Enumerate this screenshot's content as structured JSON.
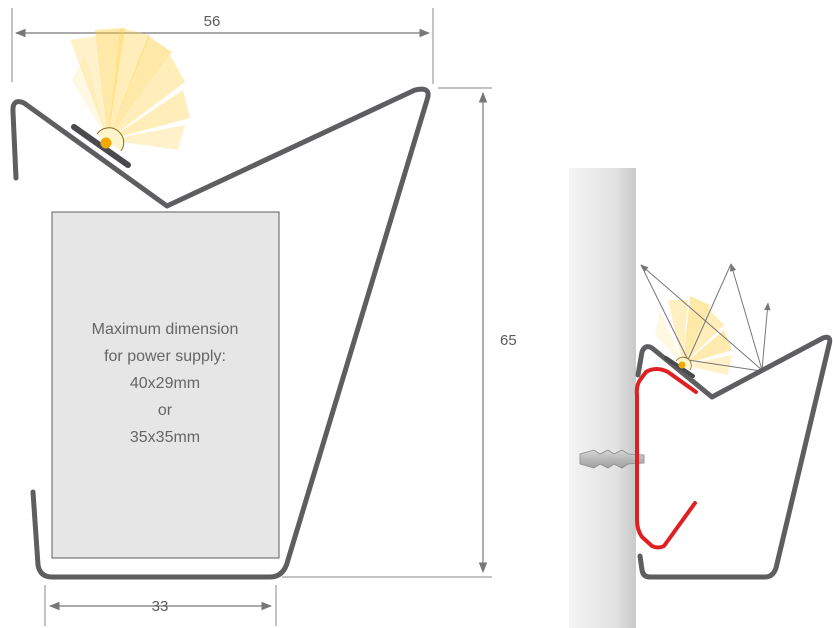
{
  "dimensions": {
    "top_width": "56",
    "height": "65",
    "bottom_width": "33"
  },
  "power_supply_box": {
    "line1": "Maximum dimension",
    "line2": "for power supply:",
    "line3": "40x29mm",
    "line4": "or",
    "line5": "35x35mm"
  },
  "colors": {
    "profile": "#5e5e60",
    "dimension_lines": "#777777",
    "power_supply_fill": "#e6e6e7",
    "clip": "#e02020",
    "wall": "#dcdcdc",
    "led": "#f2a900",
    "light_glow": "#ffd24a"
  },
  "icons": [
    "led-light-icon",
    "wall-anchor-icon",
    "light-ray-arrow-icon"
  ]
}
